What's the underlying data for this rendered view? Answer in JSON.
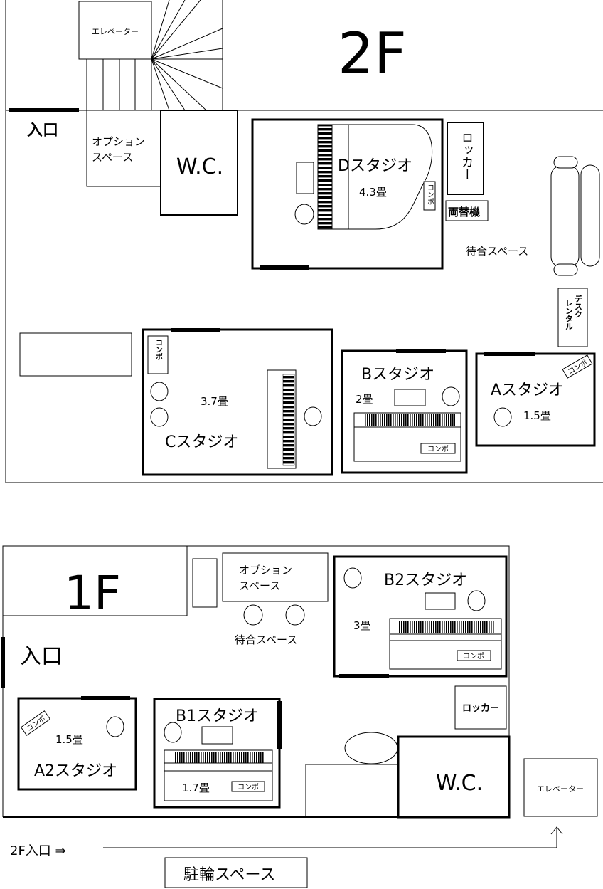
{
  "floor2": {
    "title": "2F",
    "elevator": "エレベーター",
    "entrance": "入口",
    "option_space": [
      "オプション",
      "スペース"
    ],
    "wc": "W.C.",
    "studio_d": {
      "name": "Dスタジオ",
      "size": "4.3畳",
      "combo": "コンポ"
    },
    "locker": "ロッカー",
    "changer": "両替機",
    "waiting": "待合スペース",
    "rental_desk": [
      "レンタル",
      "デスク"
    ],
    "studio_c": {
      "name": "Cスタジオ",
      "size": "3.7畳",
      "combo": "コンポ"
    },
    "studio_b": {
      "name": "Bスタジオ",
      "size": "2畳",
      "combo": "コンポ"
    },
    "studio_a": {
      "name": "Aスタジオ",
      "size": "1.5畳",
      "combo": "コンポ"
    }
  },
  "floor1": {
    "title": "1F",
    "entrance": "入口",
    "option_space": [
      "オプション",
      "スペース"
    ],
    "waiting": "待合スペース",
    "studio_b2": {
      "name": "B2スタジオ",
      "size": "3畳",
      "combo": "コンポ"
    },
    "locker": "ロッカー",
    "wc": "W.C.",
    "elevator": "エレベーター",
    "studio_a2": {
      "name": "A2スタジオ",
      "size": "1.5畳",
      "combo": "コンポ"
    },
    "studio_b1": {
      "name": "B1スタジオ",
      "size": "1.7畳",
      "combo": "コンポ"
    }
  },
  "outside": {
    "entrance_2f": "2F入口 ⇒",
    "bike_parking": "駐輪スペース"
  }
}
